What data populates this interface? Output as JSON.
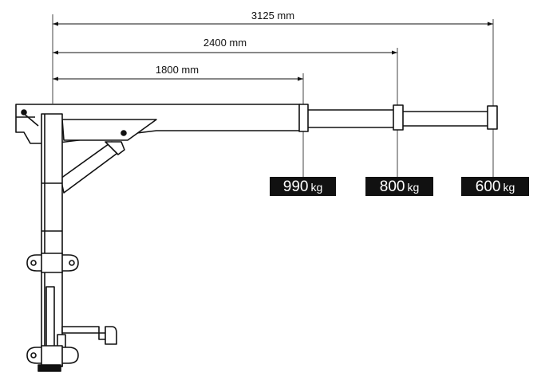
{
  "dimensions": [
    {
      "value": "3125 mm"
    },
    {
      "value": "2400 mm"
    },
    {
      "value": "1800 mm"
    }
  ],
  "capacities": [
    {
      "number": "990",
      "unit": "kg"
    },
    {
      "number": "800",
      "unit": "kg"
    },
    {
      "number": "600",
      "unit": "kg"
    }
  ]
}
